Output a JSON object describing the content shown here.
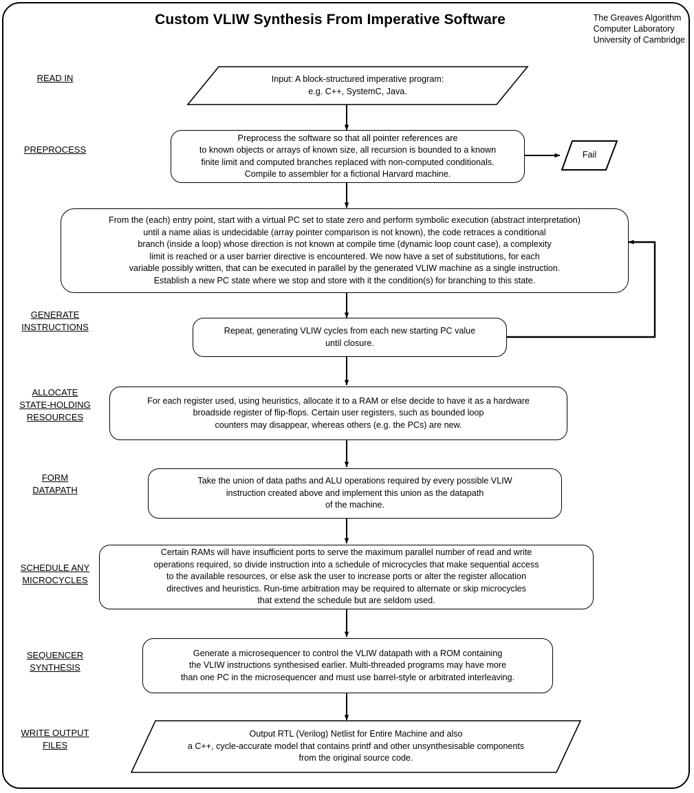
{
  "header": {
    "title": "Custom VLIW Synthesis From Imperative Software",
    "affiliation_line1": "The Greaves Algorithm",
    "affiliation_line2": "Computer Laboratory",
    "affiliation_line3": "University of Cambridge"
  },
  "stages": [
    {
      "id": "read-in",
      "label_line1": "READ IN",
      "label_line2": "",
      "label_line3": ""
    },
    {
      "id": "preprocess",
      "label_line1": "PREPROCESS",
      "label_line2": "",
      "label_line3": ""
    },
    {
      "id": "generate",
      "label_line1": "GENERATE",
      "label_line2": "INSTRUCTIONS",
      "label_line3": ""
    },
    {
      "id": "allocate",
      "label_line1": "ALLOCATE",
      "label_line2": "STATE-HOLDING",
      "label_line3": "RESOURCES"
    },
    {
      "id": "form-datapath",
      "label_line1": "FORM",
      "label_line2": "DATAPATH",
      "label_line3": ""
    },
    {
      "id": "schedule",
      "label_line1": "SCHEDULE ANY",
      "label_line2": "MICROCYCLES",
      "label_line3": ""
    },
    {
      "id": "sequencer",
      "label_line1": "SEQUENCER",
      "label_line2": "SYNTHESIS",
      "label_line3": ""
    },
    {
      "id": "write-output",
      "label_line1": "WRITE OUTPUT",
      "label_line2": "FILES",
      "label_line3": ""
    }
  ],
  "nodes": {
    "input": {
      "shape": "parallelogram",
      "line1": "Input: A block-structured imperative program:",
      "line2": "e.g. C++, SystemC, Java."
    },
    "preprocess": {
      "shape": "rounded-rect",
      "line1": "Preprocess the software so that all pointer references are",
      "line2": "to known objects or arrays of known size, all recursion is bounded to a known",
      "line3": "finite limit and computed branches replaced with non-computed conditionals.",
      "line4": "Compile to assembler for a fictional Harvard machine."
    },
    "fail": {
      "shape": "parallelogram",
      "line1": "Fail"
    },
    "symbolic": {
      "shape": "rounded-rect",
      "line1": "From the (each) entry point, start with a virtual PC set to state zero and perform symbolic execution (abstract interpretation)",
      "line2": "until a name alias is undecidable (array pointer comparison is not known), the code retraces a conditional",
      "line3": "branch (inside a loop) whose direction is not known at compile time (dynamic loop count case), a complexity",
      "line4": "limit is reached or a user barrier directive is encountered.  We now have a set of substitutions, for each",
      "line5": "variable possibly written, that can be executed in parallel by the generated VLIW machine as a single instruction.",
      "line6": "Establish a new PC state where we stop and store with it the condition(s) for branching to this state."
    },
    "repeat": {
      "shape": "rounded-rect",
      "line1": "Repeat, generating VLIW cycles from each new starting PC value",
      "line2": "until closure."
    },
    "allocate": {
      "shape": "rounded-rect",
      "line1": "For each register used, using heuristics, allocate it to a RAM or else decide to have it as a hardware",
      "line2": "broadside register of flip-flops. Certain user registers, such as bounded loop",
      "line3": "counters may disappear, whereas others (e.g. the PCs) are new."
    },
    "datapath": {
      "shape": "rounded-rect",
      "line1": "Take the union of data paths and ALU operations required by every possible VLIW",
      "line2": "instruction created above and implement this union as the datapath",
      "line3": "of the machine."
    },
    "microcycles": {
      "shape": "rounded-rect",
      "line1": "Certain RAMs will have insufficient ports to serve the maximum parallel number of read and write",
      "line2": "operations required, so divide instruction into a schedule of microcycles that make sequential access",
      "line3": "to the available resources, or else ask the user to increase ports or alter the register allocation",
      "line4": "directives and heuristics.  Run-time arbitration may be required to alternate or skip microcycles",
      "line5": "that extend the schedule but are seldom used."
    },
    "sequencer": {
      "shape": "rounded-rect",
      "line1": "Generate a microsequencer to control the VLIW datapath with a ROM containing",
      "line2": "the VLIW instructions synthesised earlier.  Multi-threaded programs may have more",
      "line3": "than one PC in the microsequencer and must use barrel-style  or arbitrated interleaving."
    },
    "output": {
      "shape": "parallelogram",
      "line1": "Output RTL (Verilog) Netlist for Entire Machine and also",
      "line2": "a C++, cycle-accurate  model that contains printf and other unsynthesisable components",
      "line3": "from the original source code."
    }
  },
  "colors": {
    "stroke": "#000000",
    "background": "#ffffff",
    "text": "#000000"
  }
}
